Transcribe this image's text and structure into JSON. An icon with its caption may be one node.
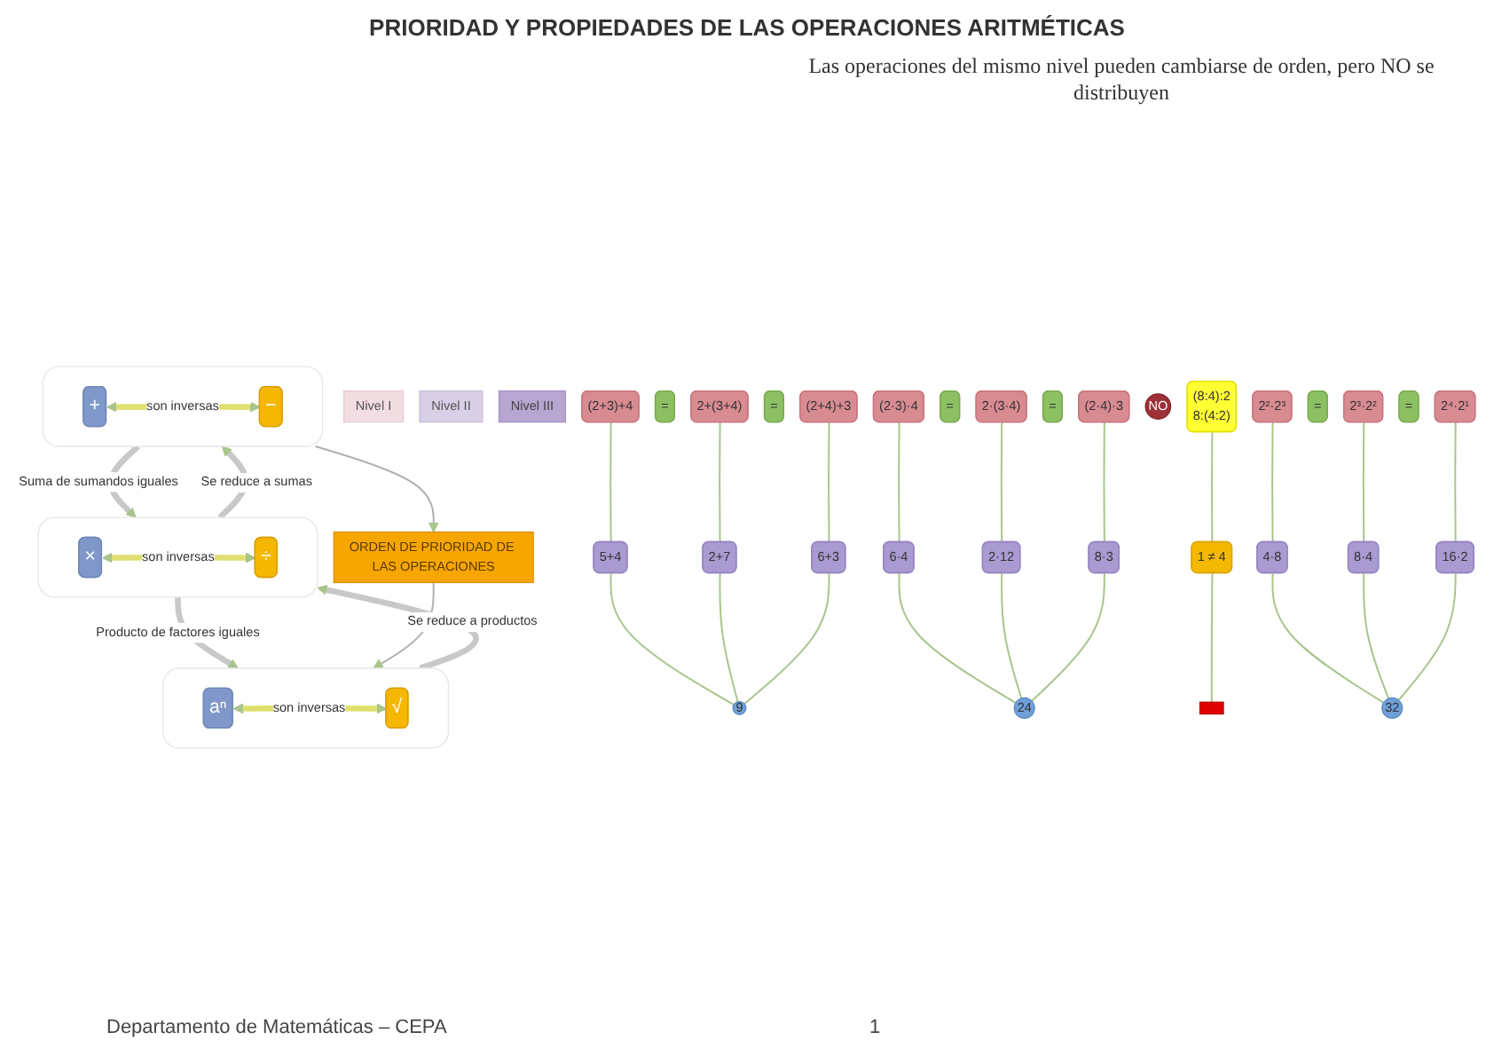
{
  "diagram": {
    "title": "PRIORIDAD Y PROPIEDADES DE LAS OPERACIONES ARITMÉTICAS",
    "nodes": [
      {
        "text": [
          "Nivel I"
        ]
      },
      {
        "text": [
          "Nivel II"
        ]
      },
      {
        "text": [
          "Nivel III"
        ]
      },
      {
        "text": [],
        "shape": "box"
      },
      {
        "text": [
          "+"
        ],
        "in": 3
      },
      {
        "text": [
          "−"
        ],
        "in": 3
      },
      {
        "text": [],
        "shape": "box"
      },
      {
        "text": [
          "×"
        ],
        "in": 6
      },
      {
        "text": [
          "÷"
        ],
        "in": 6
      },
      {
        "text": [],
        "shape": "box"
      },
      {
        "text": [
          "aⁿ"
        ],
        "in": 9
      },
      {
        "text": [
          "√"
        ],
        "in": 9
      },
      {
        "text": [
          "ORDEN DE PRIORIDAD DE LAS OPERACIONES"
        ]
      },
      {
        "text": [
          "(2+3)+4"
        ]
      },
      {
        "text": [
          "="
        ]
      },
      {
        "text": [
          "2+(3+4)"
        ]
      },
      {
        "text": [
          "="
        ]
      },
      {
        "text": [
          "(2+4)+3"
        ]
      },
      {
        "text": [
          "5+4"
        ]
      },
      {
        "text": [
          "2+7"
        ]
      },
      {
        "text": [
          "6+3"
        ]
      },
      {
        "text": [
          "9"
        ]
      },
      {
        "text": [
          "(2·3)·4"
        ]
      },
      {
        "text": [
          "="
        ]
      },
      {
        "text": [
          "2·(3·4)"
        ]
      },
      {
        "text": [
          "="
        ]
      },
      {
        "text": [
          "(2·4)·3"
        ]
      },
      {
        "text": [
          "NO"
        ]
      },
      {
        "text": [
          "(8:4):2",
          "8:(4:2)"
        ]
      },
      {
        "text": [
          "6·4"
        ]
      },
      {
        "text": [
          "2·12"
        ]
      },
      {
        "text": [
          "8·3"
        ]
      },
      {
        "text": [
          "1 ≠ 4"
        ]
      },
      {
        "text": [
          "24"
        ]
      },
      {
        "text": [],
        "shape": "box"
      },
      {
        "text": [
          "2²·2³"
        ]
      },
      {
        "text": [
          "="
        ]
      },
      {
        "text": [
          "2³·2²"
        ]
      },
      {
        "text": [
          "="
        ]
      },
      {
        "text": [
          "2⁴·2¹"
        ]
      },
      {
        "text": [
          "4·8"
        ]
      },
      {
        "text": [
          "8·4"
        ]
      },
      {
        "text": [
          "16·2"
        ]
      },
      {
        "text": [
          "32"
        ]
      }
    ],
    "edges": [
      {
        "from": 4,
        "to": 5,
        "arrow": "both",
        "label": "son inversas",
        "style": "thick",
        "color": "#e0e070"
      },
      {
        "from": 7,
        "to": 8,
        "arrow": "both",
        "label": "son inversas",
        "style": "thick",
        "color": "#e0e070"
      },
      {
        "from": 10,
        "to": 11,
        "arrow": "both",
        "label": "son inversas",
        "style": "thick",
        "color": "#e0e070"
      },
      {
        "from": 3,
        "to": 6,
        "arrow": "to",
        "label": "Suma de sumandos iguales",
        "style": "thick",
        "color": "#c8c8c8"
      },
      {
        "from": 6,
        "to": 3,
        "arrow": "to",
        "label": "Se reduce a sumas",
        "style": "thick",
        "color": "#c8c8c8"
      },
      {
        "from": 6,
        "to": 9,
        "arrow": "to",
        "label": "Producto de factores iguales",
        "style": "thick",
        "color": "#c8c8c8"
      },
      {
        "from": 9,
        "to": 6,
        "arrow": "to",
        "label": "Se reduce a productos",
        "style": "thick",
        "color": "#c8c8c8"
      },
      {
        "from": 3,
        "to": 12,
        "arrow": "to",
        "color": "#b0b0b0"
      },
      {
        "from": 12,
        "to": 9,
        "arrow": "to",
        "color": "#b0b0b0"
      },
      {
        "from": 13,
        "to": 18,
        "arrow": "none"
      },
      {
        "from": 15,
        "to": 19,
        "arrow": "none"
      },
      {
        "from": 17,
        "to": 20,
        "arrow": "none"
      },
      {
        "from": 18,
        "to": 21,
        "arrow": "none"
      },
      {
        "from": 19,
        "to": 21,
        "arrow": "none"
      },
      {
        "from": 20,
        "to": 21,
        "arrow": "none"
      },
      {
        "from": 22,
        "to": 29,
        "arrow": "none"
      },
      {
        "from": 24,
        "to": 30,
        "arrow": "none"
      },
      {
        "from": 26,
        "to": 31,
        "arrow": "none"
      },
      {
        "from": 29,
        "to": 33,
        "arrow": "none"
      },
      {
        "from": 30,
        "to": 33,
        "arrow": "none"
      },
      {
        "from": 31,
        "to": 33,
        "arrow": "none"
      },
      {
        "from": 28,
        "to": 32,
        "arrow": "none"
      },
      {
        "from": 32,
        "to": 34,
        "arrow": "none"
      },
      {
        "from": 35,
        "to": 40,
        "arrow": "none"
      },
      {
        "from": 37,
        "to": 41,
        "arrow": "none"
      },
      {
        "from": 39,
        "to": 42,
        "arrow": "none"
      },
      {
        "from": 40,
        "to": 43,
        "arrow": "none"
      },
      {
        "from": 41,
        "to": 43,
        "arrow": "none"
      },
      {
        "from": 42,
        "to": 43,
        "arrow": "none"
      }
    ],
    "labels": [
      "Las operaciones del mismo nivel pueden cambiarse de orden, pero NO se distribuyen",
      "Departamento de Matemáticas – CEPA",
      "1"
    ]
  }
}
